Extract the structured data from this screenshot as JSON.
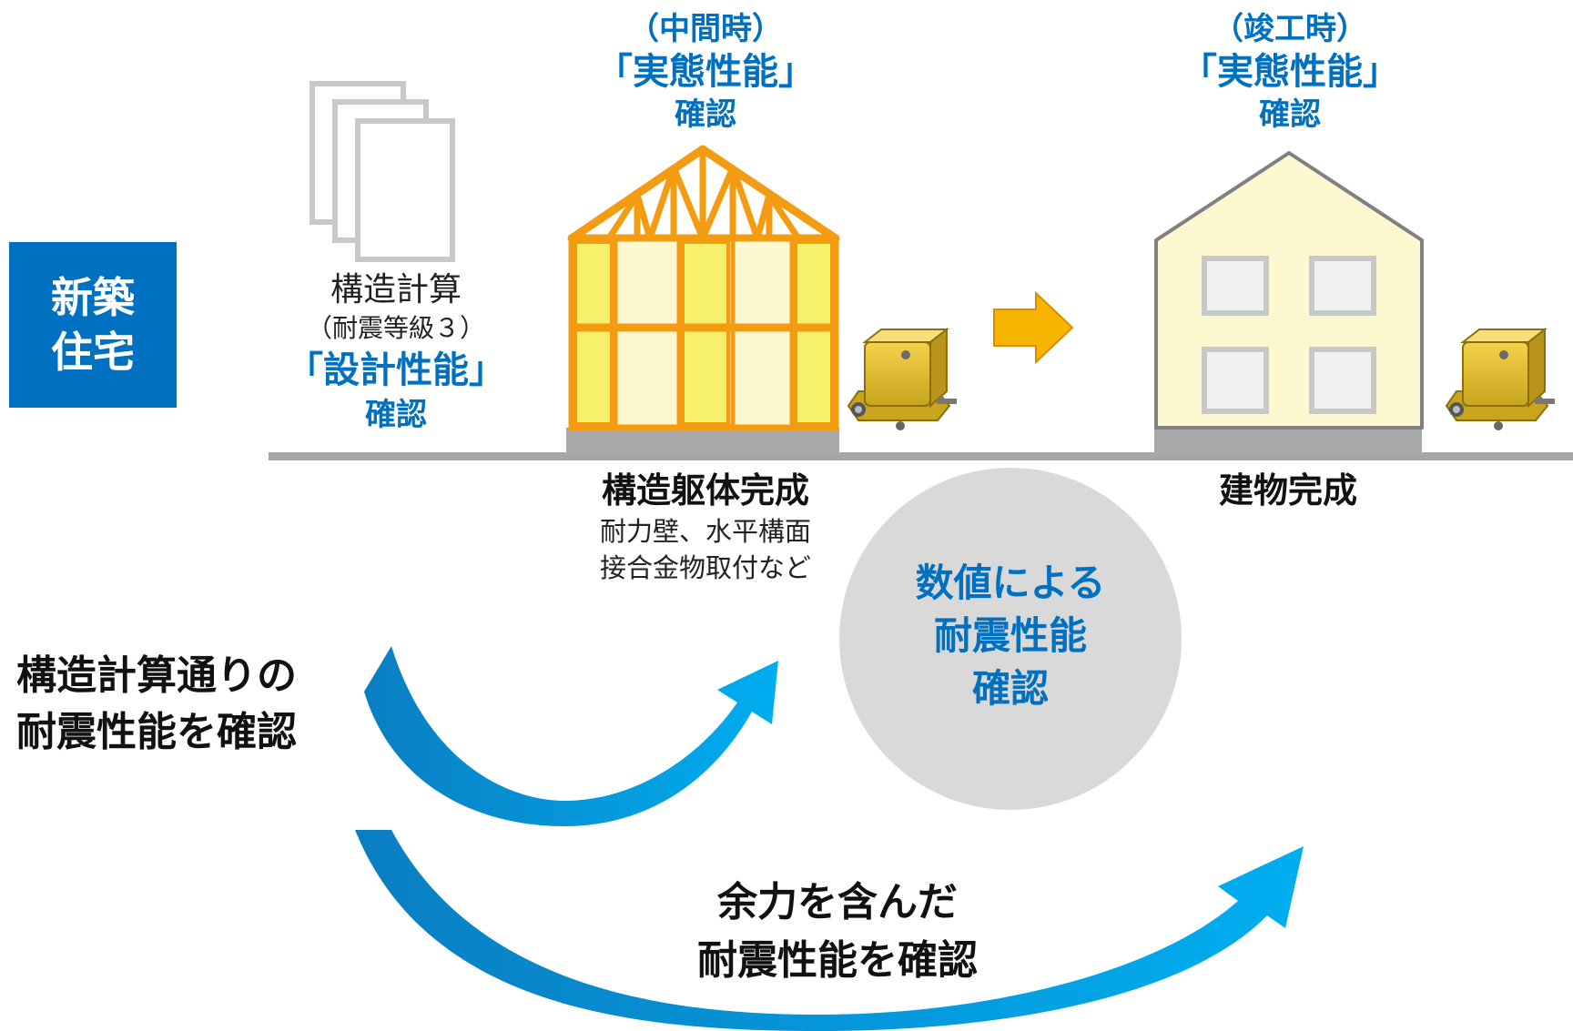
{
  "badge": {
    "line1": "新築",
    "line2": "住宅"
  },
  "design": {
    "title": "構造計算",
    "sub": "（耐震等級３）",
    "performance": "「設計性能」",
    "confirm": "確認"
  },
  "midterm": {
    "phase": "（中間時）",
    "performance": "「実態性能」",
    "confirm": "確認",
    "stage": "構造躯体完成",
    "detail1": "耐力壁、水平構面",
    "detail2": "接合金物取付など"
  },
  "completion": {
    "phase": "（竣工時）",
    "performance": "「実態性能」",
    "confirm": "確認",
    "stage": "建物完成"
  },
  "circle": {
    "line1": "数値による",
    "line2": "耐震性能",
    "line3": "確認"
  },
  "arc1": {
    "line1": "構造計算通りの",
    "line2": "耐震性能を確認"
  },
  "arc2": {
    "line1": "余力を含んだ",
    "line2": "耐震性能を確認"
  },
  "colors": {
    "accent": "#0070c0",
    "frame": "#f39c12",
    "panel": "#f7f06a",
    "house": "#fdf8d0",
    "arrow": "#00a0e9",
    "ground": "#a6a6a6"
  },
  "icons": [
    "document-stack-icon",
    "house-frame-icon",
    "house-icon",
    "right-arrow-icon",
    "seismometer-icon",
    "curved-arrow-icon"
  ]
}
